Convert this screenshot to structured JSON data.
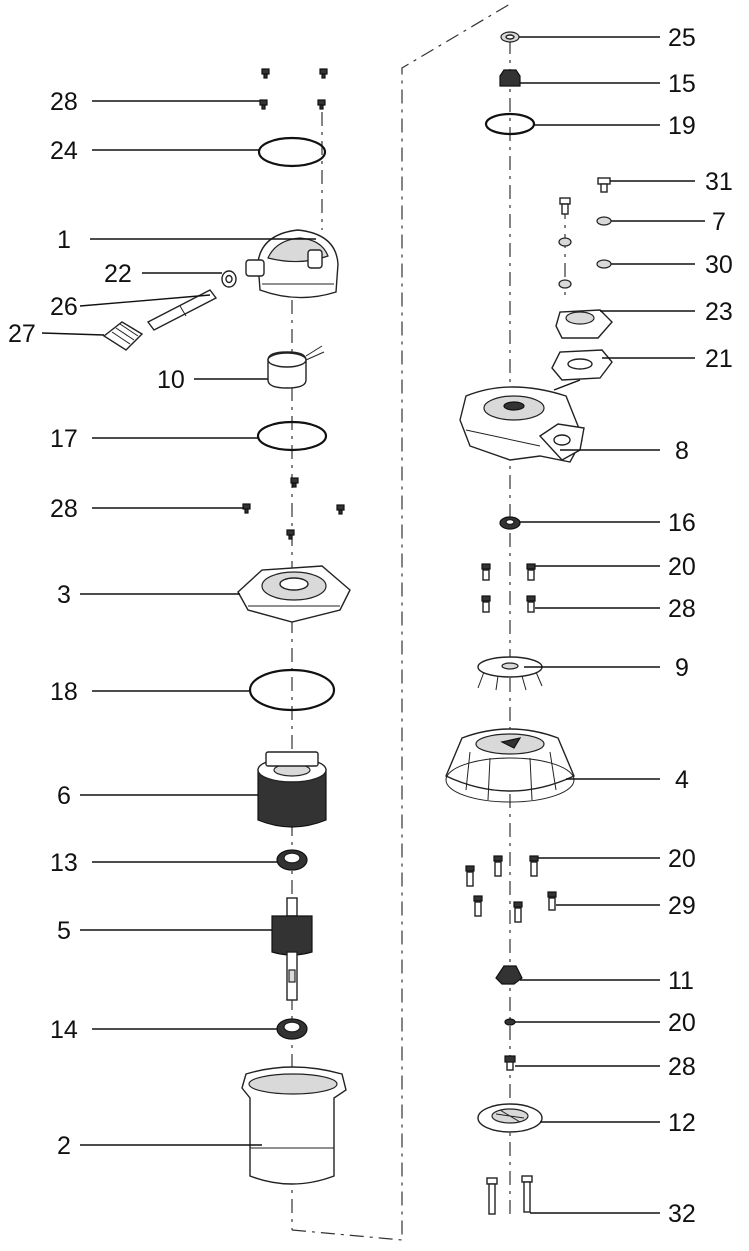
{
  "labels": {
    "l28a": "28",
    "l24": "24",
    "l1": "1",
    "l22": "22",
    "l26": "26",
    "l27": "27",
    "l10": "10",
    "l17": "17",
    "l28b": "28",
    "l3": "3",
    "l18": "18",
    "l6": "6",
    "l13": "13",
    "l5": "5",
    "l14": "14",
    "l2": "2",
    "r25": "25",
    "r15": "15",
    "r19": "19",
    "r31": "31",
    "r7": "7",
    "r30": "30",
    "r23": "23",
    "r21": "21",
    "r8": "8",
    "r16": "16",
    "r20a": "20",
    "r28a": "28",
    "r9": "9",
    "r4": "4",
    "r20b": "20",
    "r29": "29",
    "r11": "11",
    "r20c": "20",
    "r28b": "28",
    "r12": "12",
    "r32": "32"
  }
}
